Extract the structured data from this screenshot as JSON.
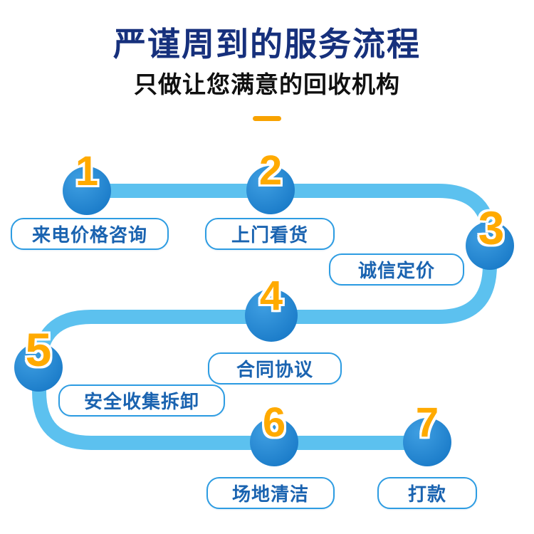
{
  "header": {
    "title": "严谨周到的服务流程",
    "subtitle": "只做让您满意的回收机构"
  },
  "steps": [
    {
      "num": "1",
      "label": "来电价格咨询"
    },
    {
      "num": "2",
      "label": "上门看货"
    },
    {
      "num": "3",
      "label": "诚信定价"
    },
    {
      "num": "4",
      "label": "合同协议"
    },
    {
      "num": "5",
      "label": "安全收集拆卸"
    },
    {
      "num": "6",
      "label": "场地清洁"
    },
    {
      "num": "7",
      "label": "打款"
    }
  ],
  "colors": {
    "title": "#16307c",
    "accent": "#f8a200",
    "path": "#5cc1ef",
    "circle": "#1172c2",
    "num": "#ffaa00",
    "labelBorder": "#2d9ce2",
    "labelText": "#1a63b0"
  }
}
